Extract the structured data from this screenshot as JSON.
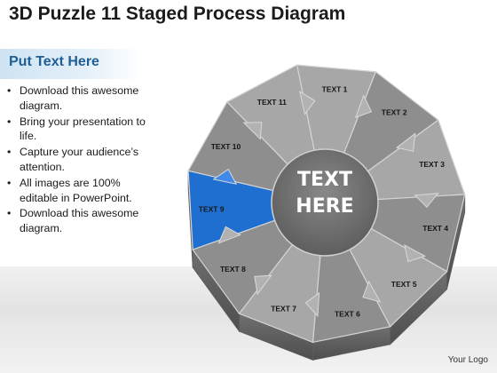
{
  "title": "3D Puzzle 11 Staged Process Diagram",
  "sidebar": {
    "heading": "Put Text Here",
    "bullets": [
      "Download this awesome diagram.",
      "Bring your presentation to life.",
      "Capture your audience’s attention.",
      "All images are 100% editable in PowerPoint.",
      "Download this awesome diagram."
    ]
  },
  "diagram": {
    "center_line1": "TEXT",
    "center_line2": "HERE",
    "segments": [
      {
        "label": "TEXT 1"
      },
      {
        "label": "TEXT 2"
      },
      {
        "label": "TEXT 3"
      },
      {
        "label": "TEXT 4"
      },
      {
        "label": "TEXT 5"
      },
      {
        "label": "TEXT 6"
      },
      {
        "label": "TEXT 7"
      },
      {
        "label": "TEXT 8"
      },
      {
        "label": "TEXT 9"
      },
      {
        "label": "TEXT 10"
      },
      {
        "label": "TEXT 11"
      }
    ],
    "highlight_index": 8,
    "colors": {
      "piece": "#8e8e8e",
      "piece_light": "#a7a7a7",
      "highlight": "#1f6fd1",
      "center": "#6a6a6a",
      "edge": "#5c5c5c"
    }
  },
  "logo": "Your Logo"
}
